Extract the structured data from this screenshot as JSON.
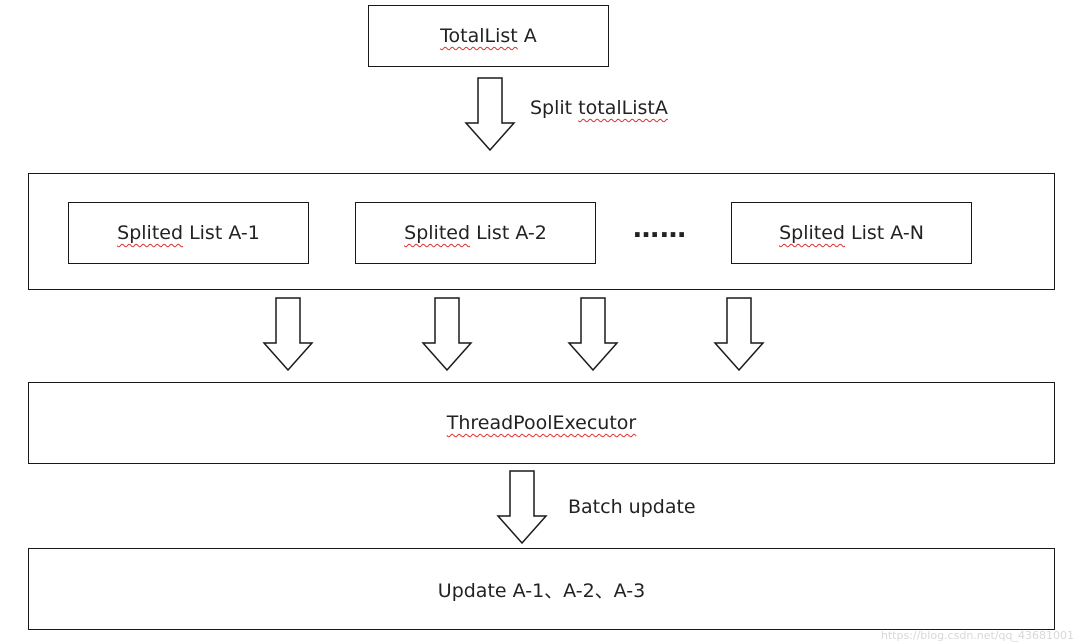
{
  "total_list": {
    "prefix": "",
    "spelled": "TotalList",
    "suffix": " A"
  },
  "split_label": {
    "prefix": "Split ",
    "spelled": "totalListA",
    "suffix": ""
  },
  "splited_lists": [
    {
      "spelled": "Splited",
      "suffix": " List A-1"
    },
    {
      "spelled": "Splited",
      "suffix": " List A-2"
    },
    {
      "spelled": "Splited",
      "suffix": " List A-N"
    }
  ],
  "ellipsis": "……",
  "executor": {
    "spelled": "ThreadPoolExecutor"
  },
  "batch_label": "Batch update",
  "update_box": "Update A-1、A-2、A-3",
  "watermark": "https://blog.csdn.net/qq_43681001",
  "colors": {
    "border": "#1a1a1a",
    "text": "#222222",
    "spell_underline": "#d9302c"
  }
}
